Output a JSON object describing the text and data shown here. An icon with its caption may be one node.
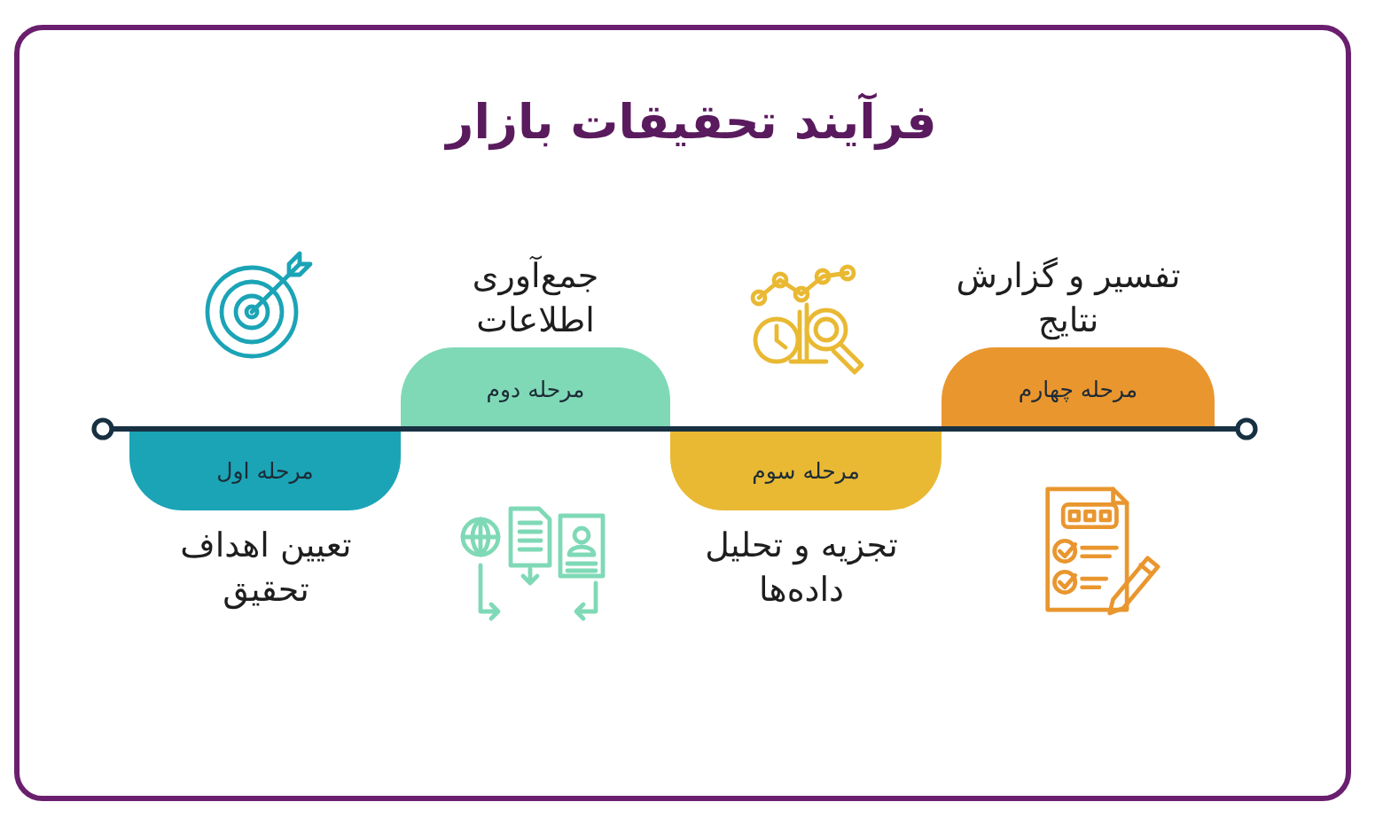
{
  "diagram": {
    "title": "فرآیند تحقیقات بازار",
    "nodes": [
      {
        "text": [
          "مرحله اول"
        ],
        "beside": [
          "تعیین اهداف تحقیق"
        ]
      },
      {
        "text": [
          "مرحله دوم"
        ],
        "beside": [
          "جمع‌آوری اطلاعات"
        ]
      },
      {
        "text": [
          "مرحله سوم"
        ],
        "beside": [
          "تجزیه و تحلیل داده‌ها"
        ]
      },
      {
        "text": [
          "مرحله چهارم"
        ],
        "beside": [
          "تفسیر و گزارش نتایج"
        ]
      }
    ]
  }
}
